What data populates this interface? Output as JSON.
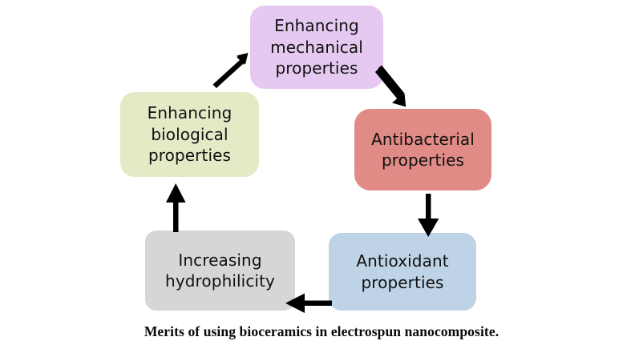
{
  "diagram": {
    "type": "cycle-flow",
    "nodes": [
      {
        "id": "mechanical",
        "label": "Enhancing\nmechanical\nproperties",
        "color": "#e5c9f0",
        "position": "top"
      },
      {
        "id": "antibacterial",
        "label": "Antibacterial\nproperties",
        "color": "#e08b86",
        "position": "right-upper"
      },
      {
        "id": "antioxidant",
        "label": "Antioxidant\nproperties",
        "color": "#bed3e6",
        "position": "right-lower"
      },
      {
        "id": "hydrophilicity",
        "label": "Increasing\nhydrophilicity",
        "color": "#d6d6d6",
        "position": "left-lower"
      },
      {
        "id": "biological",
        "label": "Enhancing\nbiological\nproperties",
        "color": "#e2eac6",
        "position": "left-upper"
      }
    ],
    "arrows": [
      {
        "id": "biological-to-mechanical",
        "from": "biological",
        "to": "mechanical",
        "direction": "up-right"
      },
      {
        "id": "mechanical-to-antibacterial",
        "from": "mechanical",
        "to": "antibacterial",
        "direction": "down-right"
      },
      {
        "id": "antibacterial-to-antioxidant",
        "from": "antibacterial",
        "to": "antioxidant",
        "direction": "down"
      },
      {
        "id": "antioxidant-to-hydrophilicity",
        "from": "antioxidant",
        "to": "hydrophilicity",
        "direction": "left"
      },
      {
        "id": "hydrophilicity-to-biological",
        "from": "hydrophilicity",
        "to": "biological",
        "direction": "up"
      }
    ],
    "arrow_color": "#000000"
  },
  "caption": {
    "text": "Merits of using bioceramics in electrospun nanocomposite."
  }
}
